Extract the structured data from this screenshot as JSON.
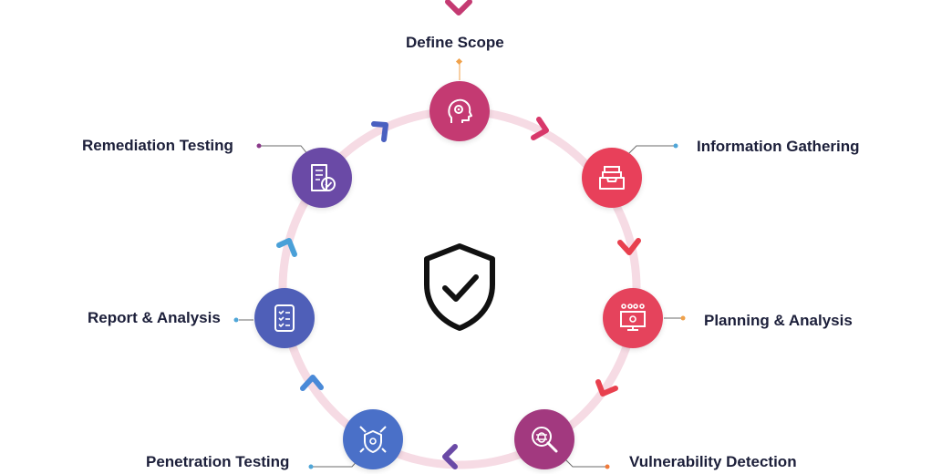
{
  "diagram": {
    "center_icon": "shield-check-icon",
    "ring_color": "#f6dbe4",
    "steps": [
      {
        "id": "define-scope",
        "label": "Define Scope",
        "icon": "head-gear-icon",
        "color": "#c43a72"
      },
      {
        "id": "information-gathering",
        "label": "Information Gathering",
        "icon": "inbox-tray-icon",
        "color": "#e8405a"
      },
      {
        "id": "planning-analysis",
        "label": "Planning & Analysis",
        "icon": "monitor-network-icon",
        "color": "#e5435c"
      },
      {
        "id": "vulnerability-detection",
        "label": "Vulnerability Detection",
        "icon": "bug-magnifier-icon",
        "color": "#a2397f"
      },
      {
        "id": "penetration-testing",
        "label": "Penetration Testing",
        "icon": "bug-shield-icon",
        "color": "#4a70c8"
      },
      {
        "id": "report-analysis",
        "label": "Report & Analysis",
        "icon": "checklist-icon",
        "color": "#4f5fb8"
      },
      {
        "id": "remediation-testing",
        "label": "Remediation Testing",
        "icon": "document-check-icon",
        "color": "#6a4aa6"
      }
    ]
  }
}
